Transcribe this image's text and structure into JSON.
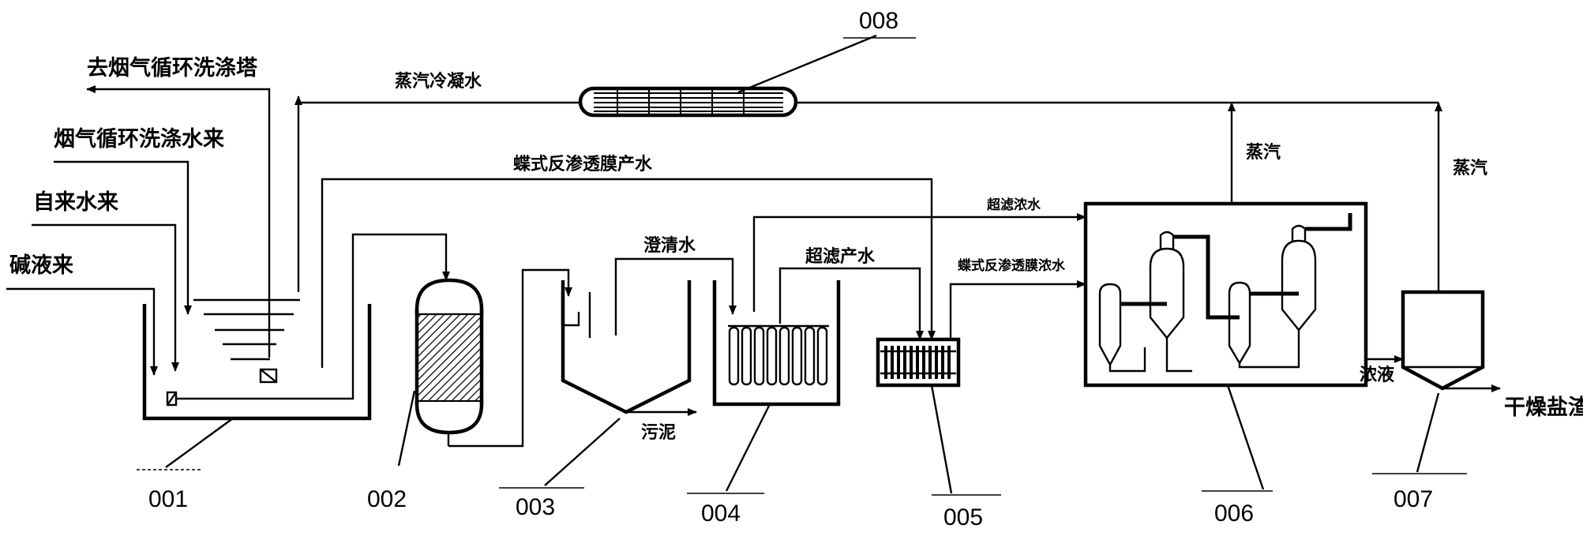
{
  "labels": {
    "to_scrubber": "去烟气循环洗涤塔",
    "steam_condensate": "蒸汽冷凝水",
    "scrubber_water_in": "烟气循环洗涤水来",
    "tap_water_in": "自来水来",
    "alkali_in": "碱液来",
    "ro_product_water": "蝶式反渗透膜产水",
    "clarified_water": "澄清水",
    "uf_concentrate": "超滤浓水",
    "uf_product_water": "超滤产水",
    "ro_concentrate": "蝶式反渗透膜浓水",
    "steam_1": "蒸汽",
    "steam_2": "蒸汽",
    "sludge": "污泥",
    "concentrate": "浓液",
    "dry_salt": "干燥盐渣"
  },
  "units": {
    "u001": "001",
    "u002": "002",
    "u003": "003",
    "u004": "004",
    "u005": "005",
    "u006": "006",
    "u007": "007",
    "u008": "008"
  }
}
